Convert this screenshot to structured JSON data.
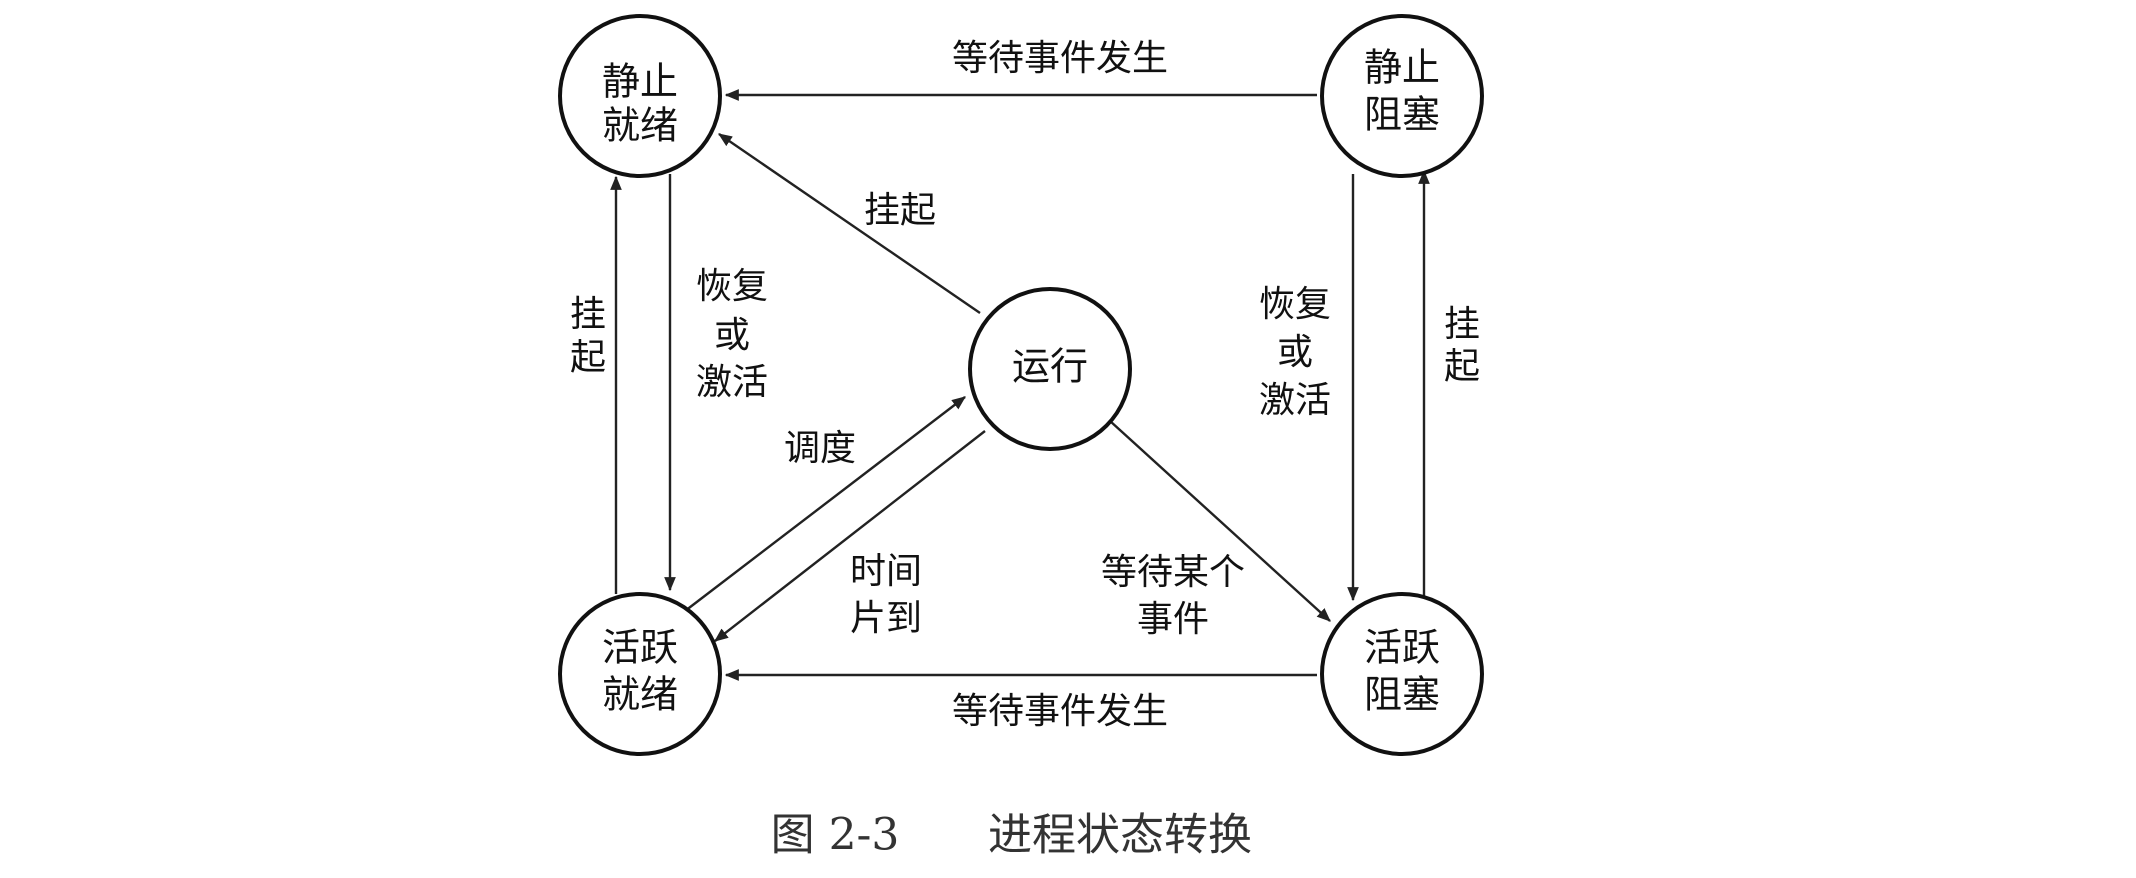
{
  "nodes": {
    "static_ready": [
      "静止",
      "就绪"
    ],
    "static_blocked": [
      "静止",
      "阻塞"
    ],
    "running": [
      "运行"
    ],
    "active_ready": [
      "活跃",
      "就绪"
    ],
    "active_blocked": [
      "活跃",
      "阻塞"
    ]
  },
  "edges": {
    "static_blocked_to_static_ready": [
      "等待事件发生"
    ],
    "running_to_static_ready": [
      "挂起"
    ],
    "active_ready_to_static_ready": [
      "挂",
      "起"
    ],
    "static_ready_to_active_ready": [
      "恢复",
      "或",
      "激活"
    ],
    "static_blocked_to_active_blocked": [
      "恢复",
      "或",
      "激活"
    ],
    "active_blocked_to_static_blocked": [
      "挂",
      "起"
    ],
    "active_ready_to_running": [
      "调度"
    ],
    "running_to_active_ready": [
      "时间",
      "片到"
    ],
    "running_to_active_blocked": [
      "等待某个",
      "事件"
    ],
    "active_blocked_to_active_ready": [
      "等待事件发生"
    ]
  },
  "caption": {
    "figure_number": "图 2-3",
    "title": "进程状态转换"
  }
}
